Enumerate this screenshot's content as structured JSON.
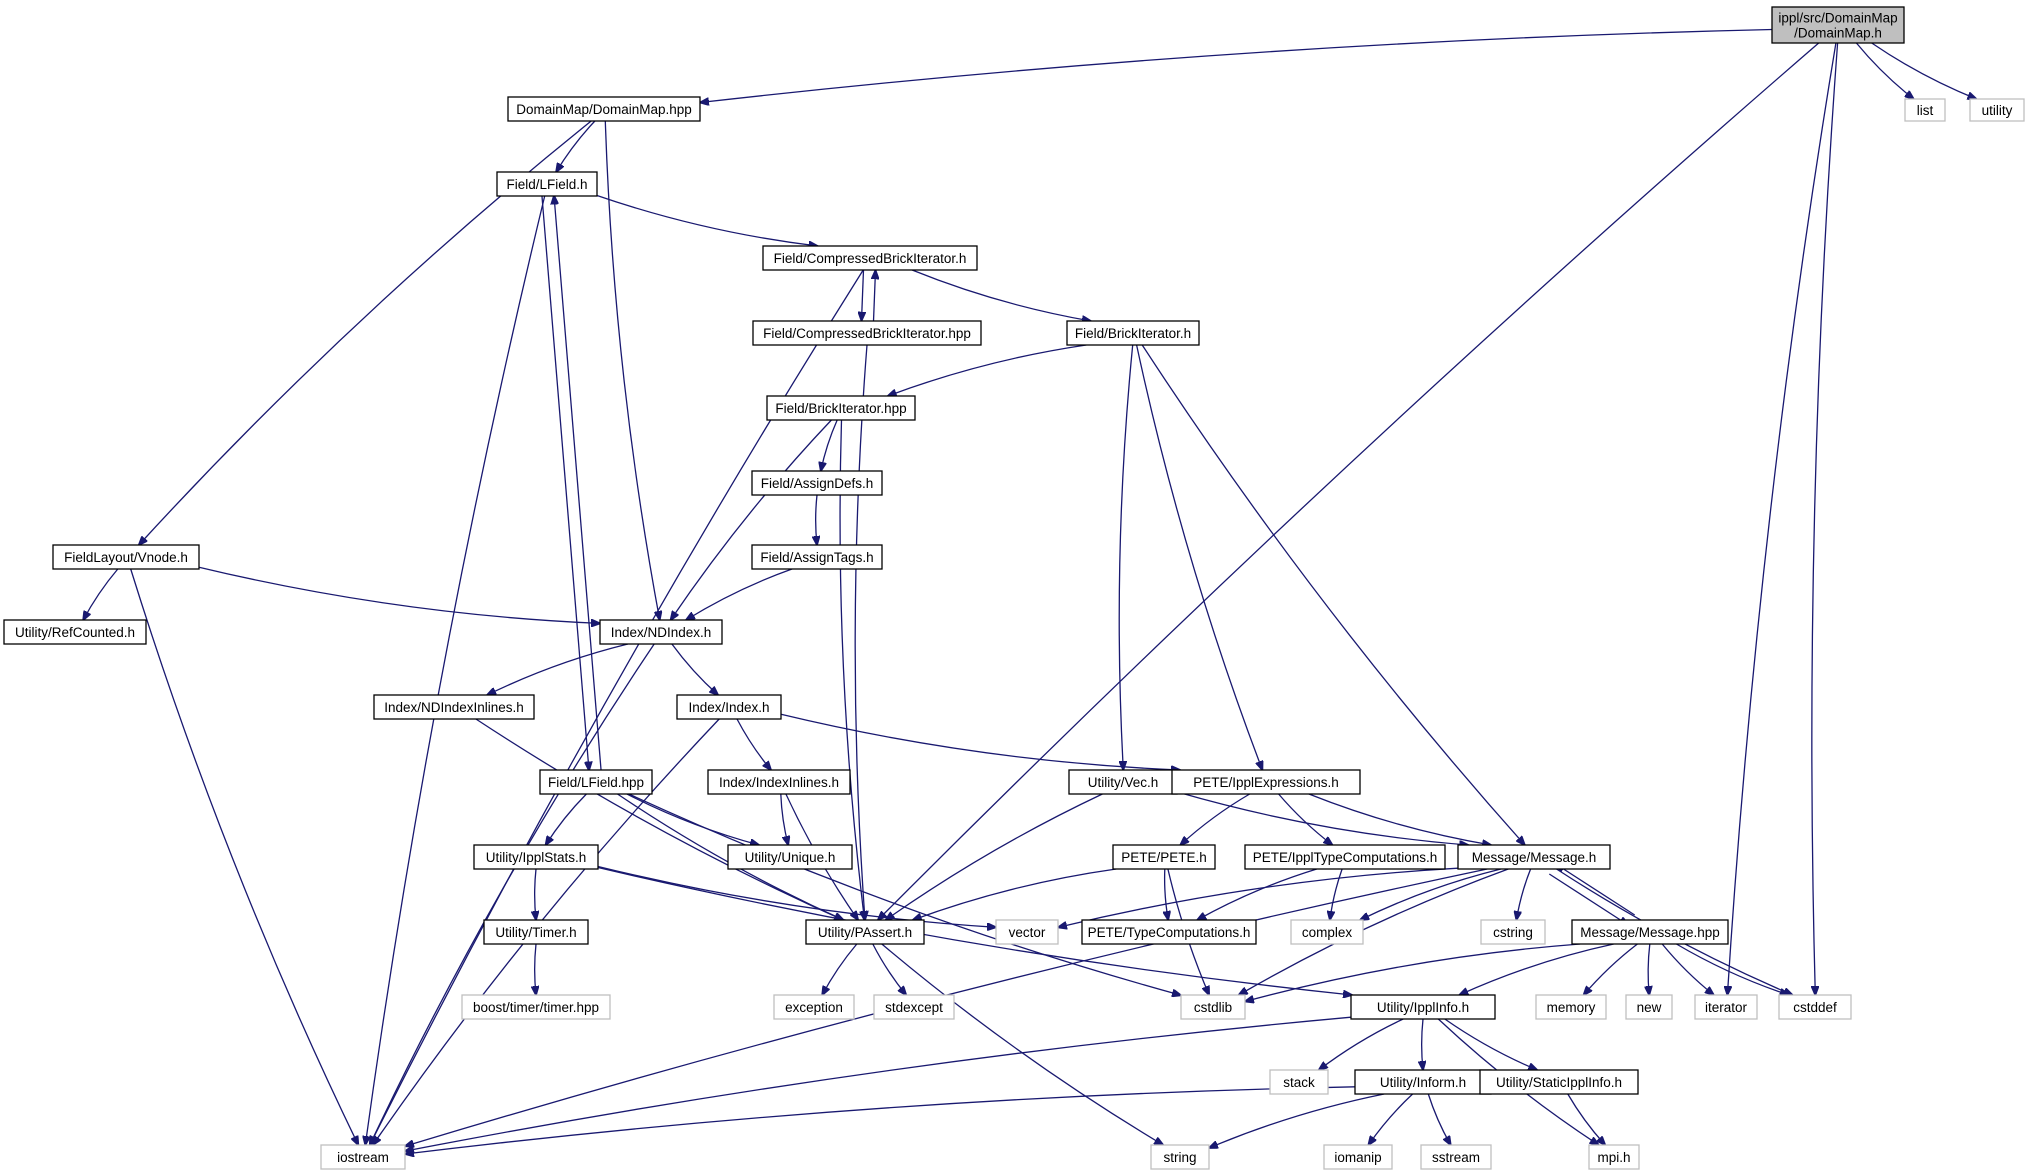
{
  "colors": {
    "edge": "#191970",
    "root_fill": "#bfbfbf",
    "external_stroke": "#bfbfbf",
    "node_stroke": "#000000"
  },
  "nodes": [
    {
      "id": "root",
      "lines": [
        "ippl/src/DomainMap",
        "/DomainMap.h"
      ],
      "kind": "root"
    },
    {
      "id": "domainmap_hpp",
      "lines": [
        "DomainMap/DomainMap.hpp"
      ],
      "kind": "file"
    },
    {
      "id": "list",
      "lines": [
        "list"
      ],
      "kind": "ext"
    },
    {
      "id": "utility",
      "lines": [
        "utility"
      ],
      "kind": "ext"
    },
    {
      "id": "lfield_h",
      "lines": [
        "Field/LField.h"
      ],
      "kind": "file"
    },
    {
      "id": "cbi_h",
      "lines": [
        "Field/CompressedBrickIterator.h"
      ],
      "kind": "file"
    },
    {
      "id": "cbi_hpp",
      "lines": [
        "Field/CompressedBrickIterator.hpp"
      ],
      "kind": "file"
    },
    {
      "id": "bi_h",
      "lines": [
        "Field/BrickIterator.h"
      ],
      "kind": "file"
    },
    {
      "id": "bi_hpp",
      "lines": [
        "Field/BrickIterator.hpp"
      ],
      "kind": "file"
    },
    {
      "id": "assigndefs",
      "lines": [
        "Field/AssignDefs.h"
      ],
      "kind": "file"
    },
    {
      "id": "assigntags",
      "lines": [
        "Field/AssignTags.h"
      ],
      "kind": "file"
    },
    {
      "id": "vnode",
      "lines": [
        "FieldLayout/Vnode.h"
      ],
      "kind": "file"
    },
    {
      "id": "refcounted",
      "lines": [
        "Utility/RefCounted.h"
      ],
      "kind": "file"
    },
    {
      "id": "ndindex",
      "lines": [
        "Index/NDIndex.h"
      ],
      "kind": "file"
    },
    {
      "id": "ndindexinl",
      "lines": [
        "Index/NDIndexInlines.h"
      ],
      "kind": "file"
    },
    {
      "id": "index",
      "lines": [
        "Index/Index.h"
      ],
      "kind": "file"
    },
    {
      "id": "lfield_hpp",
      "lines": [
        "Field/LField.hpp"
      ],
      "kind": "file"
    },
    {
      "id": "indexinl",
      "lines": [
        "Index/IndexInlines.h"
      ],
      "kind": "file"
    },
    {
      "id": "vec",
      "lines": [
        "Utility/Vec.h"
      ],
      "kind": "file"
    },
    {
      "id": "pexpr",
      "lines": [
        "PETE/IpplExpressions.h"
      ],
      "kind": "file"
    },
    {
      "id": "ipplstats",
      "lines": [
        "Utility/IpplStats.h"
      ],
      "kind": "file"
    },
    {
      "id": "unique",
      "lines": [
        "Utility/Unique.h"
      ],
      "kind": "file"
    },
    {
      "id": "pete",
      "lines": [
        "PETE/PETE.h"
      ],
      "kind": "file"
    },
    {
      "id": "ptc",
      "lines": [
        "PETE/IpplTypeComputations.h"
      ],
      "kind": "file"
    },
    {
      "id": "message_h",
      "lines": [
        "Message/Message.h"
      ],
      "kind": "file"
    },
    {
      "id": "timer",
      "lines": [
        "Utility/Timer.h"
      ],
      "kind": "file"
    },
    {
      "id": "passert",
      "lines": [
        "Utility/PAssert.h"
      ],
      "kind": "file"
    },
    {
      "id": "vector",
      "lines": [
        "vector"
      ],
      "kind": "ext"
    },
    {
      "id": "typecomp",
      "lines": [
        "PETE/TypeComputations.h"
      ],
      "kind": "file"
    },
    {
      "id": "complex",
      "lines": [
        "complex"
      ],
      "kind": "ext"
    },
    {
      "id": "cstring",
      "lines": [
        "cstring"
      ],
      "kind": "ext"
    },
    {
      "id": "message_hpp",
      "lines": [
        "Message/Message.hpp"
      ],
      "kind": "file"
    },
    {
      "id": "boosttimer",
      "lines": [
        "boost/timer/timer.hpp"
      ],
      "kind": "ext"
    },
    {
      "id": "exception",
      "lines": [
        "exception"
      ],
      "kind": "ext"
    },
    {
      "id": "stdexcept",
      "lines": [
        "stdexcept"
      ],
      "kind": "ext"
    },
    {
      "id": "cstdlib",
      "lines": [
        "cstdlib"
      ],
      "kind": "ext"
    },
    {
      "id": "ipplinfo",
      "lines": [
        "Utility/IpplInfo.h"
      ],
      "kind": "file"
    },
    {
      "id": "memory",
      "lines": [
        "memory"
      ],
      "kind": "ext"
    },
    {
      "id": "new",
      "lines": [
        "new"
      ],
      "kind": "ext"
    },
    {
      "id": "iterator",
      "lines": [
        "iterator"
      ],
      "kind": "ext"
    },
    {
      "id": "cstddef",
      "lines": [
        "cstddef"
      ],
      "kind": "ext"
    },
    {
      "id": "stack",
      "lines": [
        "stack"
      ],
      "kind": "ext"
    },
    {
      "id": "inform",
      "lines": [
        "Utility/Inform.h"
      ],
      "kind": "file"
    },
    {
      "id": "staticippl",
      "lines": [
        "Utility/StaticIpplInfo.h"
      ],
      "kind": "file"
    },
    {
      "id": "iostream",
      "lines": [
        "iostream"
      ],
      "kind": "ext"
    },
    {
      "id": "string",
      "lines": [
        "string"
      ],
      "kind": "ext"
    },
    {
      "id": "iomanip",
      "lines": [
        "iomanip"
      ],
      "kind": "ext"
    },
    {
      "id": "sstream",
      "lines": [
        "sstream"
      ],
      "kind": "ext"
    },
    {
      "id": "mpi",
      "lines": [
        "mpi.h"
      ],
      "kind": "ext"
    }
  ],
  "edges": [
    [
      "root",
      "domainmap_hpp"
    ],
    [
      "root",
      "passert"
    ],
    [
      "root",
      "list"
    ],
    [
      "root",
      "utility"
    ],
    [
      "root",
      "iterator"
    ],
    [
      "root",
      "cstddef"
    ],
    [
      "domainmap_hpp",
      "lfield_h"
    ],
    [
      "domainmap_hpp",
      "vnode"
    ],
    [
      "domainmap_hpp",
      "ndindex"
    ],
    [
      "lfield_h",
      "cbi_h"
    ],
    [
      "lfield_h",
      "lfield_hpp"
    ],
    [
      "lfield_h",
      "iostream"
    ],
    [
      "cbi_h",
      "cbi_hpp"
    ],
    [
      "cbi_h",
      "bi_h"
    ],
    [
      "cbi_h",
      "iostream"
    ],
    [
      "cbi_hpp",
      "cbi_h"
    ],
    [
      "cbi_hpp",
      "passert"
    ],
    [
      "bi_h",
      "bi_hpp"
    ],
    [
      "bi_h",
      "vec"
    ],
    [
      "bi_h",
      "pexpr"
    ],
    [
      "bi_h",
      "message_h"
    ],
    [
      "bi_hpp",
      "assigndefs"
    ],
    [
      "bi_hpp",
      "ndindex"
    ],
    [
      "bi_hpp",
      "passert"
    ],
    [
      "assigndefs",
      "assigntags"
    ],
    [
      "assigntags",
      "ndindex"
    ],
    [
      "vnode",
      "refcounted"
    ],
    [
      "vnode",
      "ndindex"
    ],
    [
      "vnode",
      "iostream"
    ],
    [
      "ndindex",
      "ndindexinl"
    ],
    [
      "ndindex",
      "index"
    ],
    [
      "ndindex",
      "iostream"
    ],
    [
      "ndindexinl",
      "passert"
    ],
    [
      "index",
      "indexinl"
    ],
    [
      "index",
      "pexpr"
    ],
    [
      "index",
      "iostream"
    ],
    [
      "indexinl",
      "unique"
    ],
    [
      "indexinl",
      "passert"
    ],
    [
      "lfield_hpp",
      "lfield_h"
    ],
    [
      "lfield_hpp",
      "ipplstats"
    ],
    [
      "lfield_hpp",
      "unique"
    ],
    [
      "lfield_hpp",
      "passert"
    ],
    [
      "lfield_hpp",
      "cstdlib"
    ],
    [
      "vec",
      "message_h"
    ],
    [
      "vec",
      "passert"
    ],
    [
      "pexpr",
      "pete"
    ],
    [
      "pexpr",
      "ptc"
    ],
    [
      "pexpr",
      "message_h"
    ],
    [
      "ipplstats",
      "timer"
    ],
    [
      "ipplstats",
      "ipplinfo"
    ],
    [
      "ipplstats",
      "vector"
    ],
    [
      "pete",
      "typecomp"
    ],
    [
      "pete",
      "passert"
    ],
    [
      "pete",
      "cstdlib"
    ],
    [
      "ptc",
      "typecomp"
    ],
    [
      "ptc",
      "complex"
    ],
    [
      "message_h",
      "message_hpp"
    ],
    [
      "message_h",
      "vector"
    ],
    [
      "message_h",
      "complex"
    ],
    [
      "message_h",
      "cstring"
    ],
    [
      "message_h",
      "cstdlib"
    ],
    [
      "message_h",
      "cstddef"
    ],
    [
      "message_h",
      "iostream"
    ],
    [
      "timer",
      "boosttimer"
    ],
    [
      "passert",
      "exception"
    ],
    [
      "passert",
      "stdexcept"
    ],
    [
      "passert",
      "string"
    ],
    [
      "message_hpp",
      "message_h"
    ],
    [
      "message_hpp",
      "ipplinfo"
    ],
    [
      "message_hpp",
      "memory"
    ],
    [
      "message_hpp",
      "new"
    ],
    [
      "message_hpp",
      "iterator"
    ],
    [
      "message_hpp",
      "cstddef"
    ],
    [
      "message_hpp",
      "cstdlib"
    ],
    [
      "ipplinfo",
      "stack"
    ],
    [
      "ipplinfo",
      "inform"
    ],
    [
      "ipplinfo",
      "staticippl"
    ],
    [
      "ipplinfo",
      "iostream"
    ],
    [
      "ipplinfo",
      "mpi"
    ],
    [
      "inform",
      "iomanip"
    ],
    [
      "inform",
      "sstream"
    ],
    [
      "inform",
      "string"
    ],
    [
      "inform",
      "iostream"
    ],
    [
      "staticippl",
      "mpi"
    ]
  ]
}
